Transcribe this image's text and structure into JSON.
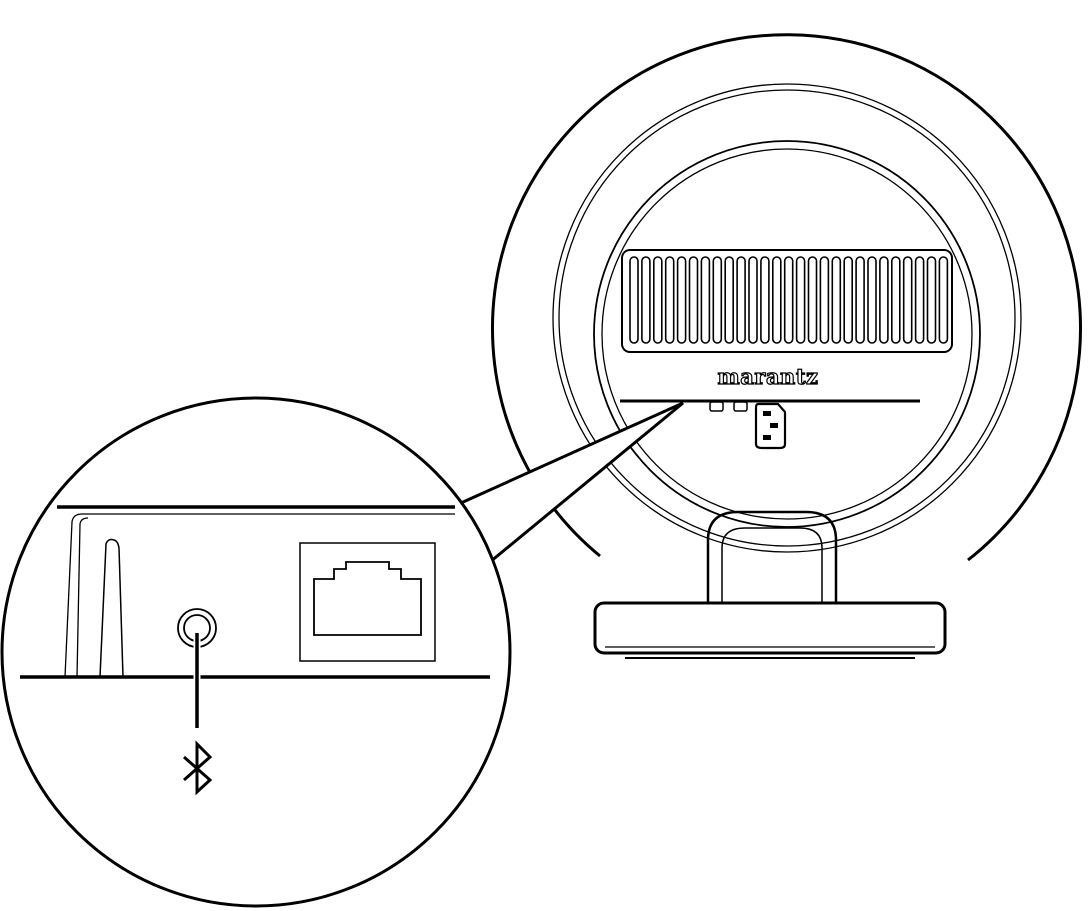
{
  "figure": {
    "brand_logo": "marantz",
    "callout_symbol": "bluetooth-icon",
    "components": [
      "speaker-body",
      "rear-grille",
      "power-inlet",
      "stand",
      "magnified-connector-panel",
      "bluetooth-button",
      "ethernet-port"
    ],
    "line_color": "#000000",
    "background_color": "#ffffff"
  }
}
